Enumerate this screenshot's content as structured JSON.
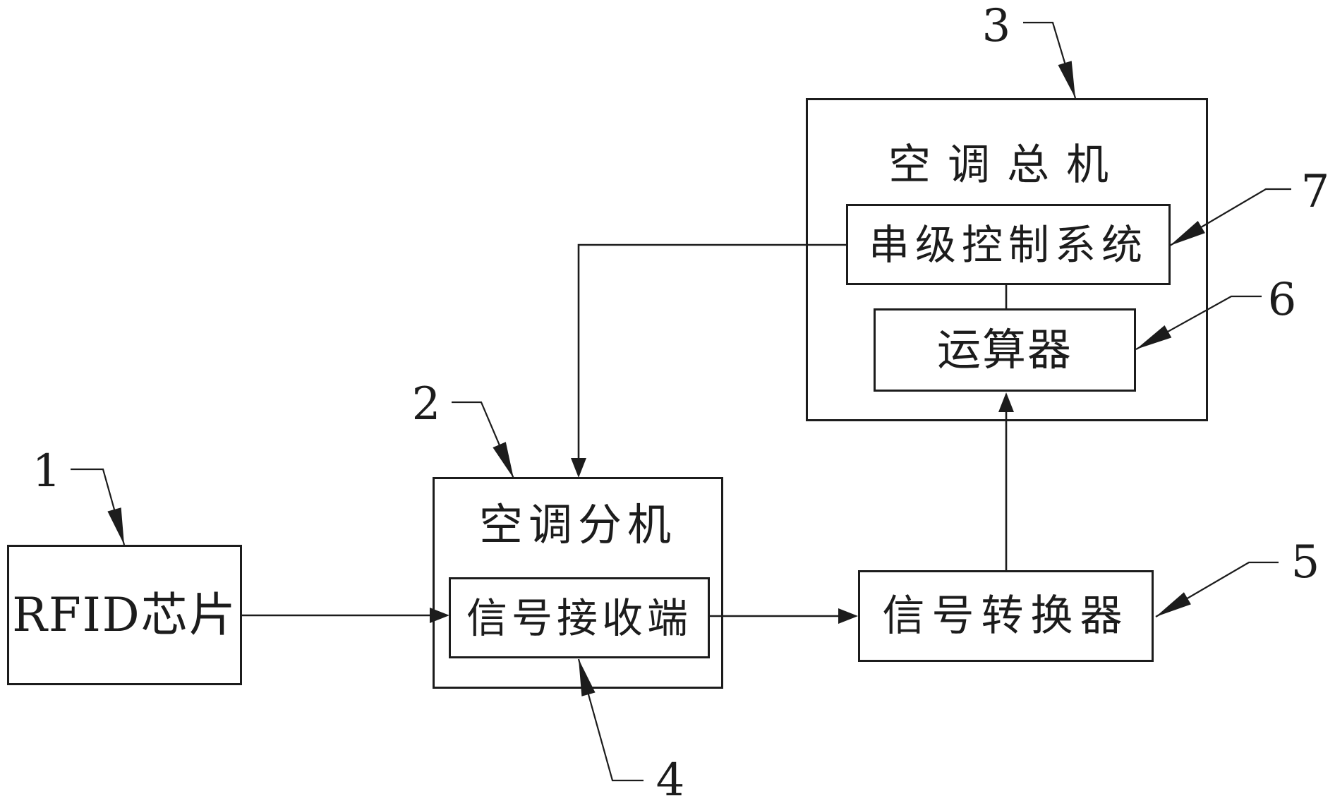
{
  "figure": {
    "type": "patent-block-diagram",
    "background_color": "#ffffff",
    "line_color": "#1c1c1c",
    "blocks": [
      {
        "name": "rfid-chip",
        "label": "RFID芯片"
      },
      {
        "name": "ac-extension-unit",
        "label": "空调分机"
      },
      {
        "name": "signal-receiving-end",
        "label": "信号接收端"
      },
      {
        "name": "ac-main-unit",
        "label": "空调总机"
      },
      {
        "name": "cascade-control-system",
        "label": "串级控制系统"
      },
      {
        "name": "arithmetic-unit",
        "label": "运算器"
      },
      {
        "name": "signal-converter",
        "label": "信号转换器"
      }
    ],
    "reference_labels": [
      {
        "number": "1",
        "target": "RFID芯片"
      },
      {
        "number": "2",
        "target": "空调分机"
      },
      {
        "number": "3",
        "target": "空调总机"
      },
      {
        "number": "4",
        "target": "信号接收端"
      },
      {
        "number": "5",
        "target": "信号转换器"
      },
      {
        "number": "6",
        "target": "运算器"
      },
      {
        "number": "7",
        "target": "串级控制系统"
      }
    ],
    "connections": [
      {
        "from": "RFID芯片",
        "to": "信号接收端",
        "style": "arrow"
      },
      {
        "from": "信号接收端",
        "to": "信号转换器",
        "style": "arrow"
      },
      {
        "from": "信号转换器",
        "to": "运算器",
        "style": "arrow"
      },
      {
        "from": "串级控制系统",
        "to": "空调分机",
        "style": "arrow"
      },
      {
        "from": "串级控制系统",
        "to": "运算器",
        "style": "line"
      }
    ],
    "containment": [
      {
        "parent": "空调分机",
        "child": "信号接收端"
      },
      {
        "parent": "空调总机",
        "children": [
          "串级控制系统",
          "运算器"
        ]
      }
    ]
  }
}
